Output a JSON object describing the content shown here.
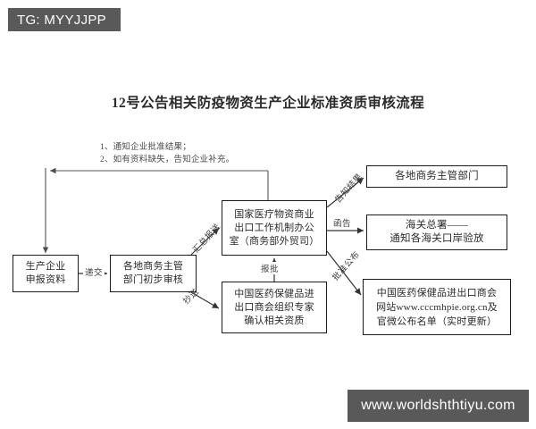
{
  "watermarks": {
    "top_left": "TG: MYYJJPP",
    "bottom_right": "www.worldshthtiyu.com"
  },
  "document": {
    "title": "12号公告相关防疫物资生产企业标准资质审核流程",
    "notes": [
      "1、通知企业批准结果；",
      "2、如有资料缺失，告知企业补充。"
    ]
  },
  "flowchart": {
    "nodes": {
      "producer": "生产企业\n申报资料",
      "producer_l1": "生产企业",
      "producer_l2": "申报资料",
      "local_bureau_l1": "各地商务主管",
      "local_bureau_l2": "部门初步审核",
      "office_l1": "国家医疗物资商业",
      "office_l2": "出口工作机制办公",
      "office_l3": "室（商务部外贸司）",
      "chamber_l1": "中国医药保健品进",
      "chamber_l2": "出口商会组织专家",
      "chamber_l3": "确认相关资质",
      "local_depts": "各地商务主管部门",
      "customs_l1": "海关总署——",
      "customs_l2": "通知各海关口岸验放",
      "publish_l1": "中国医药保健品进出口商会",
      "publish_l2": "网站www.cccmhpie.org.cn及",
      "publish_l3": "官微公布名单（实时更新）"
    },
    "edge_labels": {
      "submit": "递交",
      "copy_to": "抄送",
      "roll_up": "汇总报送",
      "report_for_approval": "报批",
      "notify_result": "告知结果",
      "letter_notice": "函告",
      "approve_publish": "批准公布"
    }
  },
  "colors": {
    "watermark_bg": "#595959",
    "watermark_text": "#ffffff",
    "box_border": "#1c1c1c",
    "text": "#2b2b2b",
    "line": "#555555",
    "page_bg": "#ffffff"
  }
}
